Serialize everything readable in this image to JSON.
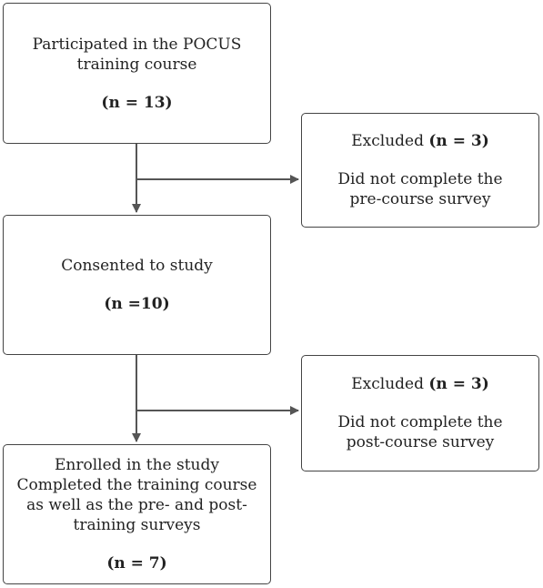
{
  "flowchart": {
    "box1": {
      "lines": [
        "Participated in the POCUS",
        "training course"
      ],
      "count": "(n = 13)"
    },
    "excluded1": {
      "label": "Excluded ",
      "count": "(n = 3)",
      "lines": [
        "Did not complete the",
        "pre-course survey"
      ]
    },
    "box2": {
      "line": "Consented to study",
      "count": "(n =10)"
    },
    "excluded2": {
      "label": "Excluded ",
      "count": "(n = 3)",
      "lines": [
        "Did not complete the",
        "post-course survey"
      ]
    },
    "box3": {
      "lines": [
        "Enrolled in the study",
        "Completed the training course",
        "as well as the pre- and post-",
        "training surveys"
      ],
      "count": "(n = 7)"
    }
  },
  "colors": {
    "border": "#444444",
    "arrow": "#555555",
    "text": "#222222"
  }
}
